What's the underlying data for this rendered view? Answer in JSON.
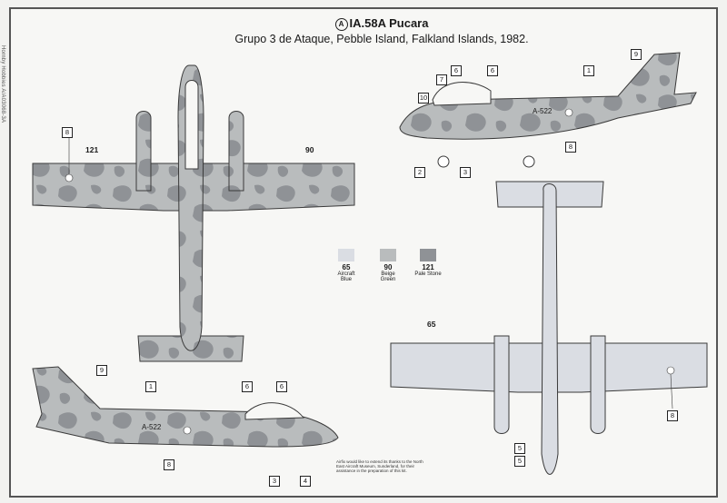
{
  "header": {
    "brand_mark": "A",
    "title": "IA.58A Pucara",
    "subtitle": "Grupo 3 de Ataque, Pebble Island, Falkland Islands, 1982."
  },
  "side_note": "Hornby Hobbies A/A03068-3A",
  "colors": {
    "aircraft_blue": "#dadde3",
    "beige_green": "#b9bcbd",
    "pale_stone": "#8f9296",
    "outline": "#3a3a3a"
  },
  "legend": [
    {
      "code": "65",
      "name": "Aircraft Blue",
      "color": "#dadde3"
    },
    {
      "code": "90",
      "name": "Beige Green",
      "color": "#b9bcbd"
    },
    {
      "code": "121",
      "name": "Pale Stone",
      "color": "#8f9296"
    }
  ],
  "top_view": {
    "labels": [
      "121",
      "90"
    ],
    "callout": "8"
  },
  "bottom_view": {
    "label": "65",
    "callouts": [
      "8",
      "5",
      "5"
    ]
  },
  "side_right": {
    "code": "A-522",
    "callouts": [
      "9",
      "1",
      "6",
      "6",
      "7",
      "10",
      "8",
      "2",
      "3"
    ]
  },
  "side_left": {
    "code": "A-522",
    "callouts": [
      "9",
      "1",
      "6",
      "6",
      "8",
      "3",
      "4"
    ]
  },
  "credit": "Airfix would like to extend its thanks to the North East Aircraft Museum, Sunderland, for their assistance in the preparation of this kit."
}
